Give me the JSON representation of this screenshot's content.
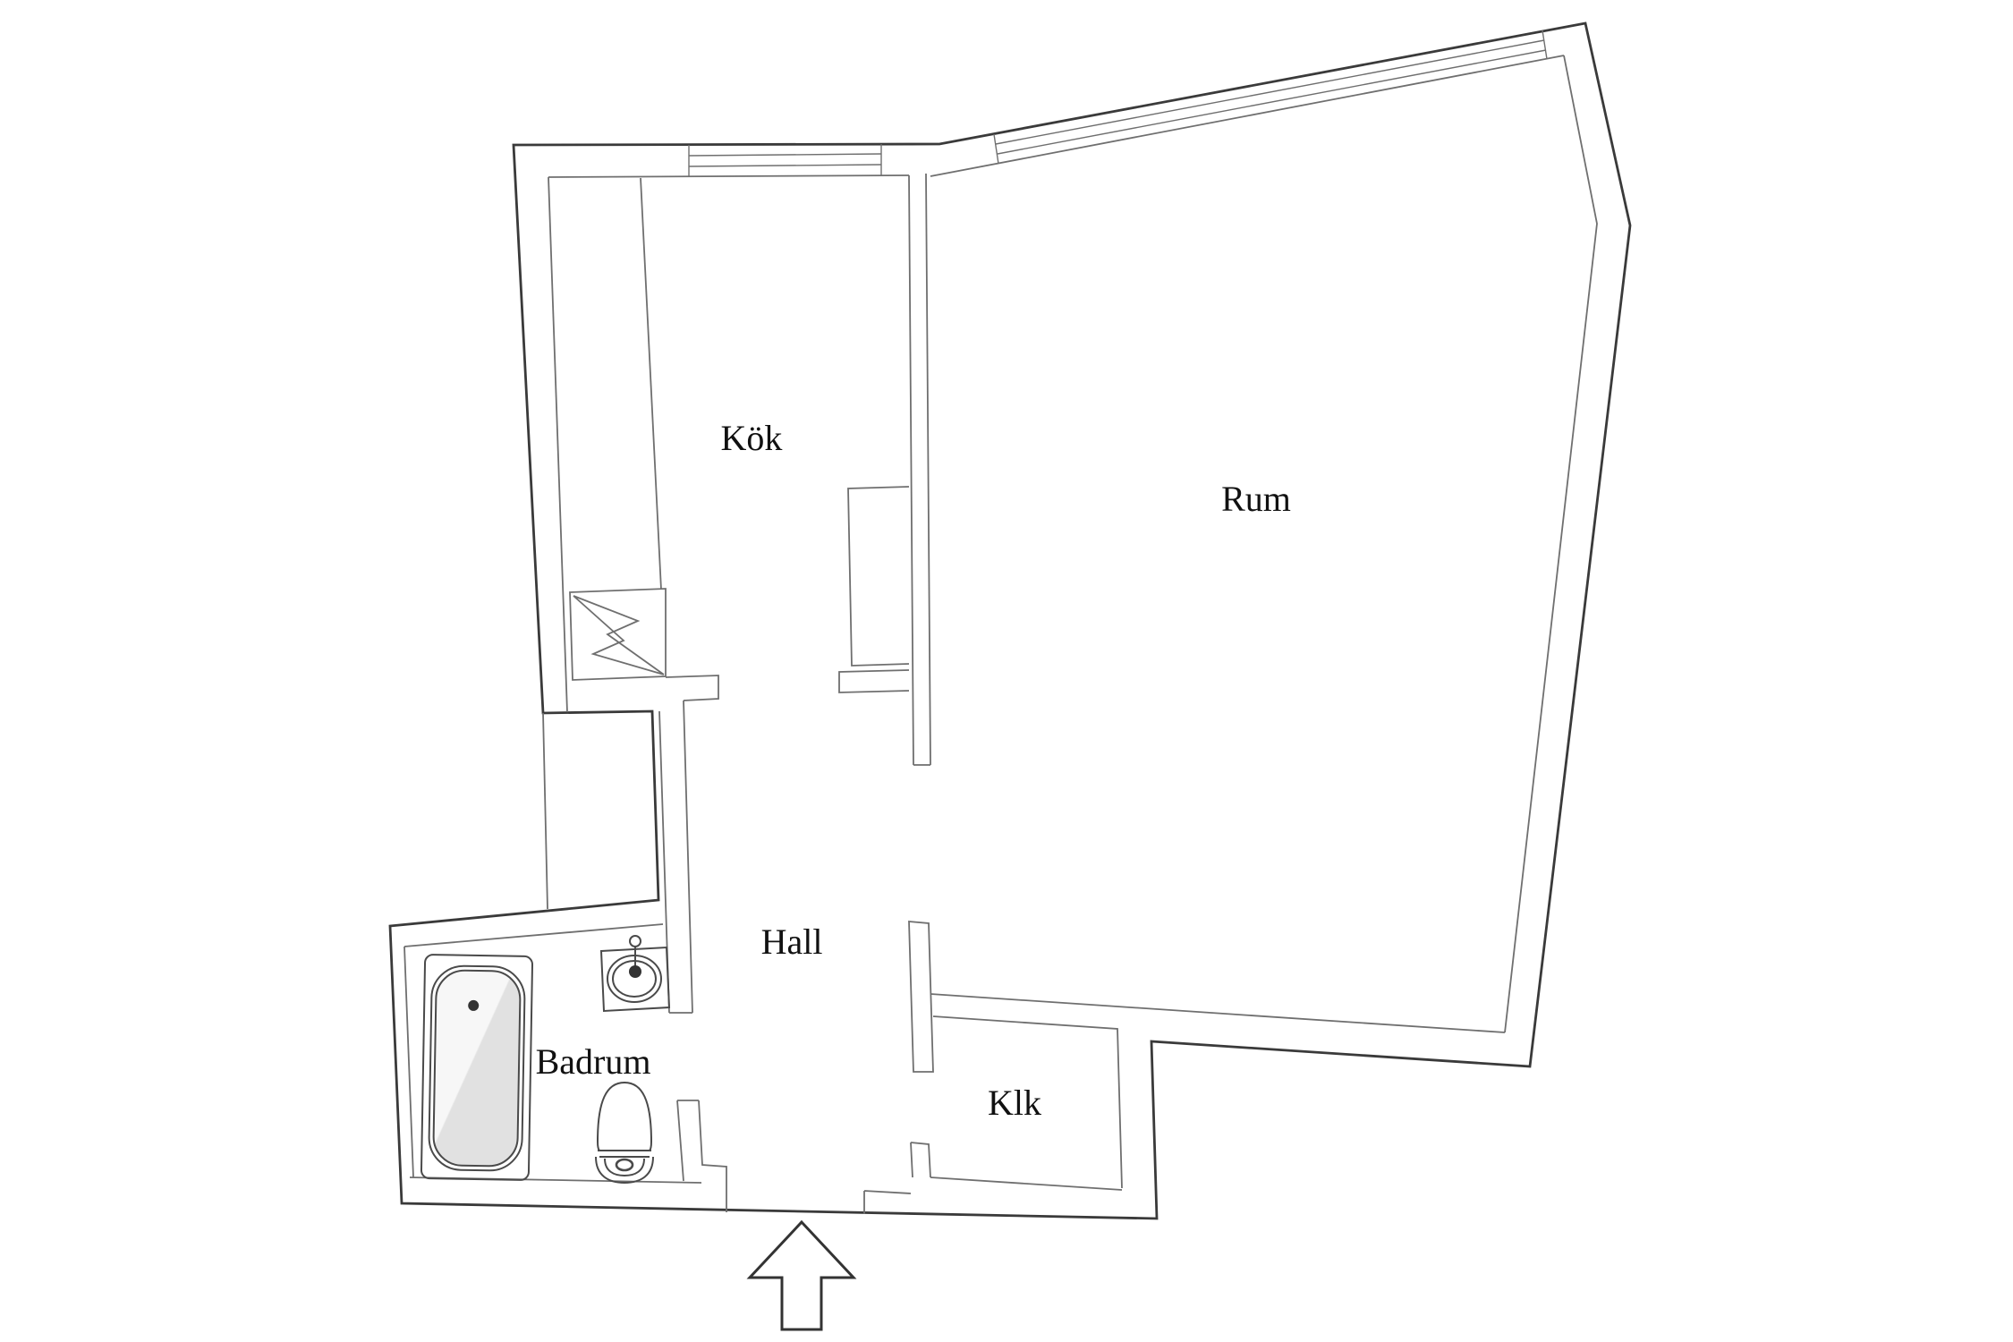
{
  "title": "Apartment floor plan",
  "colors": {
    "background": "#ffffff",
    "wall_outer": "#3a3a3a",
    "wall_inner": "#6f6f6f",
    "fixture": "#4a4a4a",
    "label": "#111111",
    "bathtub_fill_light": "#f7f7f7",
    "bathtub_fill_dark": "#e1e1e1"
  },
  "rooms": {
    "kok": {
      "label": "Kök"
    },
    "rum": {
      "label": "Rum"
    },
    "hall": {
      "label": "Hall"
    },
    "badrum": {
      "label": "Badrum"
    },
    "klk": {
      "label": "Klk"
    }
  },
  "fixtures": {
    "bathtub": "bathtub-icon",
    "sink": "washbasin-icon",
    "toilet": "toilet-icon",
    "stove": "lightning-appliance-icon",
    "entrance": "entrance-arrow-icon",
    "window_kok": "window-icon",
    "window_rum": "window-icon"
  }
}
